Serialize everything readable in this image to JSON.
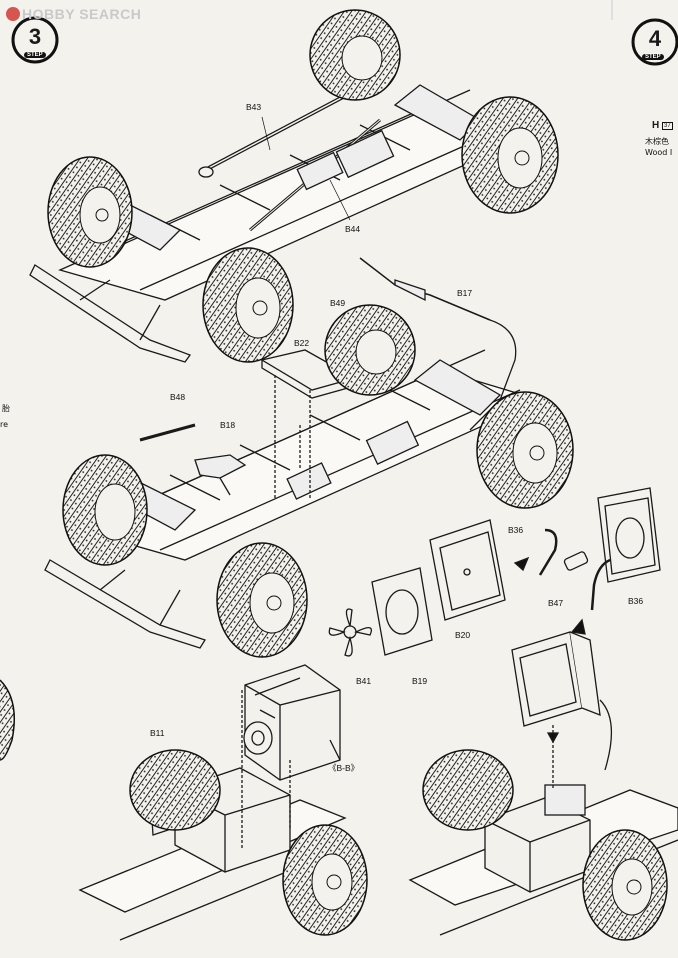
{
  "watermark": {
    "text": "HOBBY SEARCH"
  },
  "steps": {
    "current": {
      "number": "3",
      "label": "STEP"
    },
    "next": {
      "number": "4",
      "label": "STEP"
    }
  },
  "paint_legend": {
    "code_letter": "H",
    "code_number": "37",
    "color_name_jp": "木棕色",
    "color_name_en": "Wood I"
  },
  "side_notes": [
    "胎",
    "re"
  ],
  "part_labels": {
    "b43": "B43",
    "b44": "B44",
    "b17": "B17",
    "b49": "B49",
    "b22": "B22",
    "b48": "B48",
    "b18": "B18",
    "b36a": "B36",
    "b36b": "B36",
    "b47": "B47",
    "b20": "B20",
    "b19": "B19",
    "b41": "B41",
    "b11": "B11",
    "bb": "《B-B》"
  },
  "colors": {
    "paper": "#f4f2ec",
    "ink": "#1a1a1a",
    "watermark": "#c9c9c9",
    "watermark_logo": "#d6554f"
  }
}
